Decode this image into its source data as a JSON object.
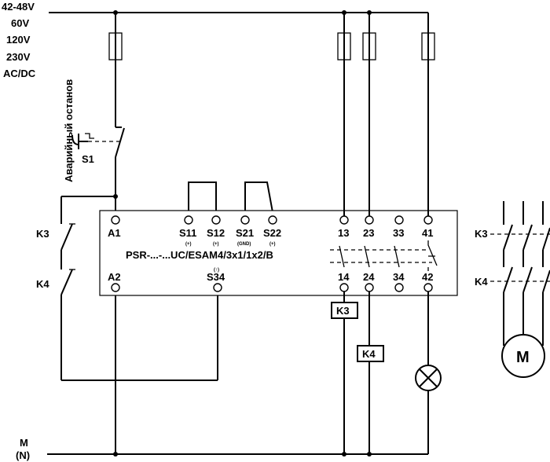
{
  "supply": {
    "voltages": [
      "42-48V",
      "60V",
      "120V",
      "230V",
      "AC/DC"
    ],
    "neutral_label": "M",
    "neutral_sub": "(N)"
  },
  "estop": {
    "vertical_label": "Аварийный останов",
    "switch_label": "S1"
  },
  "relay": {
    "model": "PSR-...-...UC/ESAM4/3x1/1x2/B",
    "top_terminals": [
      "A1",
      "S11",
      "S12",
      "S21",
      "S22",
      "13",
      "23",
      "33",
      "41"
    ],
    "top_sublabels": [
      "(+)",
      "(+)",
      "(GND)",
      "(+)"
    ],
    "bottom_terminals": [
      "A2",
      "S34",
      "14",
      "24",
      "34",
      "42"
    ],
    "s34_sub": "(↑)"
  },
  "feedback": {
    "k3": "K3",
    "k4": "K4"
  },
  "outputs": {
    "coil_k3": "K3",
    "coil_k4": "K4"
  },
  "motor": {
    "label": "M",
    "k3": "K3",
    "k4": "K4"
  }
}
